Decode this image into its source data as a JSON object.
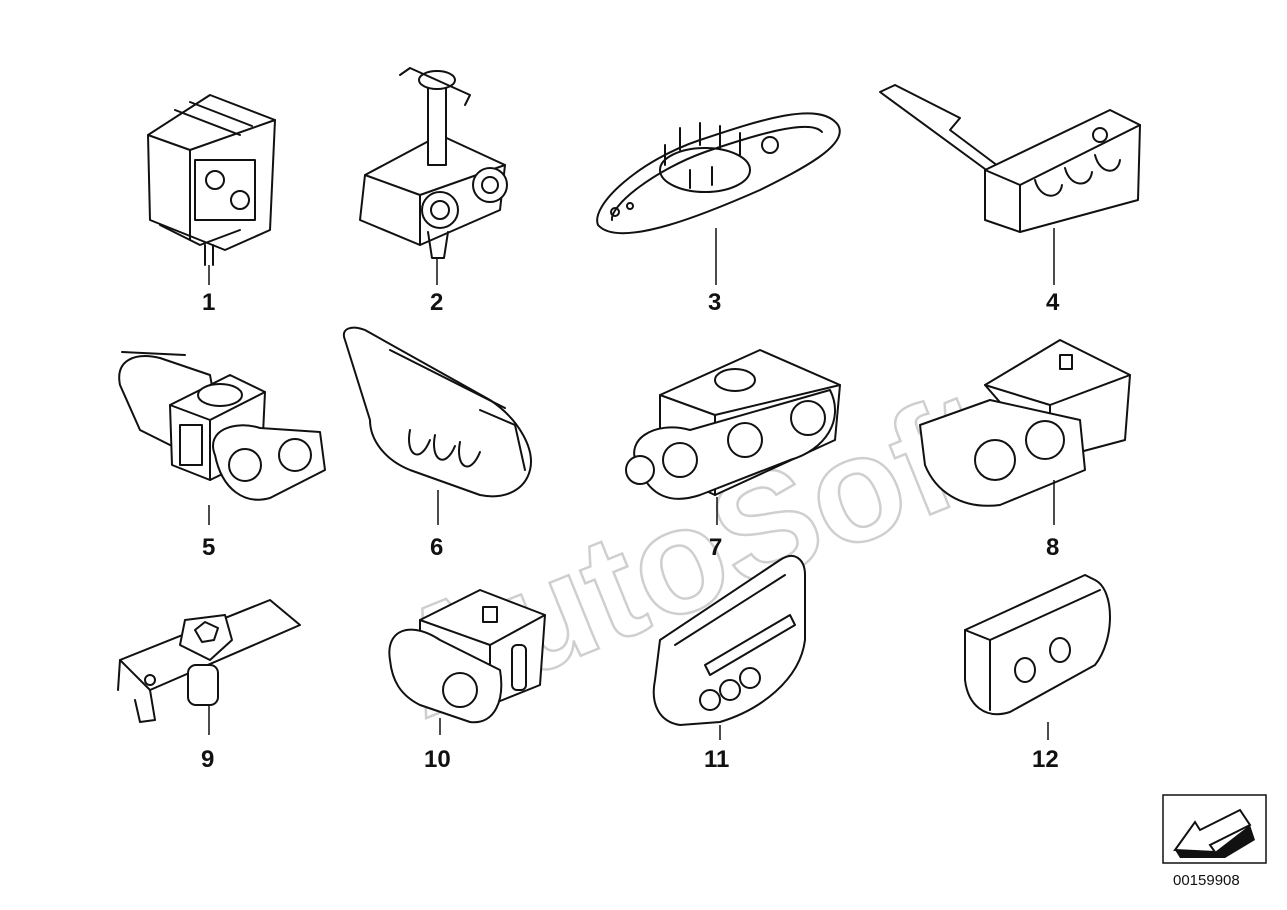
{
  "diagram": {
    "watermark": "AutoSoft",
    "reference_number": "00159908",
    "parts": [
      {
        "label": "1"
      },
      {
        "label": "2"
      },
      {
        "label": "3"
      },
      {
        "label": "4"
      },
      {
        "label": "5"
      },
      {
        "label": "6"
      },
      {
        "label": "7"
      },
      {
        "label": "8"
      },
      {
        "label": "9"
      },
      {
        "label": "10"
      },
      {
        "label": "11"
      },
      {
        "label": "12"
      }
    ]
  }
}
